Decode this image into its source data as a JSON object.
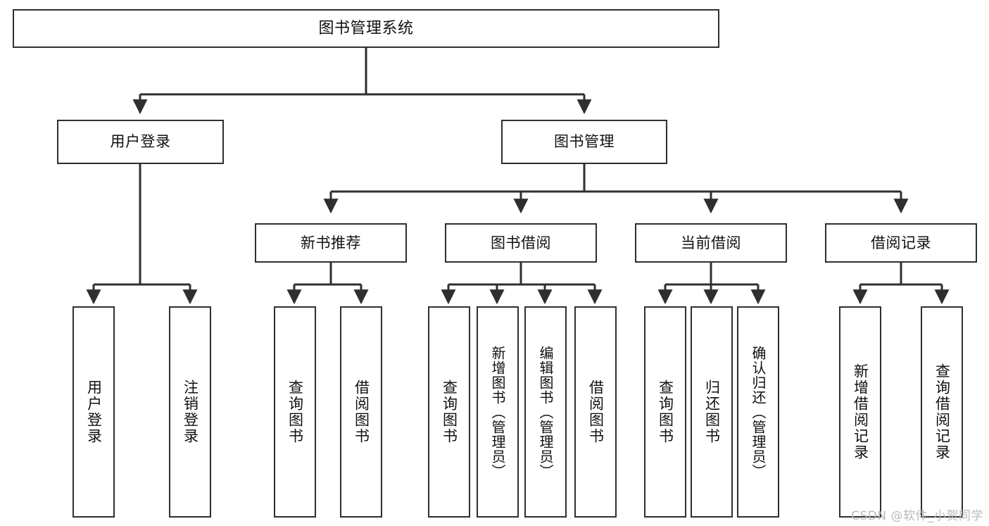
{
  "diagram": {
    "title": "图书管理系统",
    "type": "hierarchy-tree",
    "root": {
      "label": "图书管理系统"
    },
    "level2": [
      {
        "label": "用户登录"
      },
      {
        "label": "图书管理"
      }
    ],
    "level3": [
      {
        "label": "新书推荐"
      },
      {
        "label": "图书借阅"
      },
      {
        "label": "当前借阅"
      },
      {
        "label": "借阅记录"
      }
    ],
    "leaves_user_login": [
      {
        "label": "用户登录"
      },
      {
        "label": "注销登录"
      }
    ],
    "leaves_new_book": [
      {
        "label": "查询图书"
      },
      {
        "label": "借阅图书"
      }
    ],
    "leaves_borrow": [
      {
        "label": "查询图书"
      },
      {
        "label": "新增图书（管理员）"
      },
      {
        "label": "编辑图书（管理员）"
      },
      {
        "label": "借阅图书"
      }
    ],
    "leaves_current": [
      {
        "label": "查询图书"
      },
      {
        "label": "归还图书"
      },
      {
        "label": "确认归还（管理员）"
      }
    ],
    "leaves_records": [
      {
        "label": "新增借阅记录"
      },
      {
        "label": "查询借阅记录"
      }
    ]
  },
  "watermark": {
    "text": "CSDN @软件_小贺同学"
  },
  "colors": {
    "stroke": "#2f2f2f",
    "box_fill": "#ffffff",
    "text": "#111111",
    "watermark": "#b9b9b9",
    "background": "#ffffff"
  }
}
